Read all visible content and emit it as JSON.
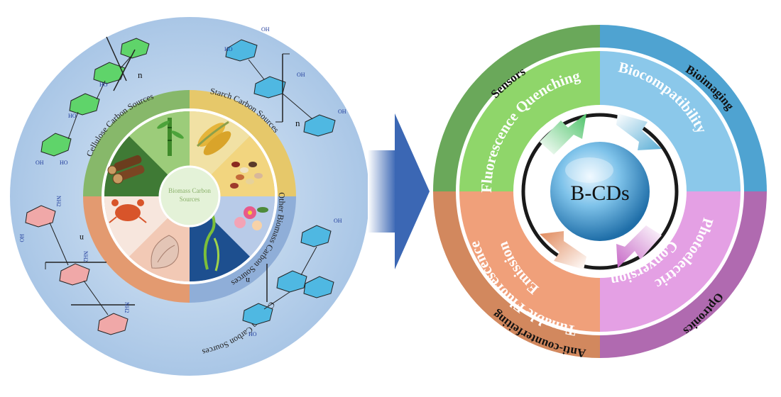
{
  "left_wheel": {
    "center_label_line1": "Biomass Carbon",
    "center_label_line2": "Sources",
    "sectors": {
      "cellulose": {
        "label": "Cellulose Carbon Sources",
        "color": "#87b86a"
      },
      "starch": {
        "label": "Starch Carbon Sources",
        "color": "#e6c86a"
      },
      "other": {
        "label": "Other Biomass Carbon Sources",
        "color": "#8faed8"
      },
      "chitosan": {
        "label": "Chitosan Carbon Sources",
        "color": "#e39a70"
      }
    },
    "glyphs": {
      "n_top": "n",
      "n_mid": "n",
      "n_left": "n",
      "n_bottom": "n",
      "oh": "OH",
      "ho": "HO",
      "nh2": "NH2"
    }
  },
  "arrow": {
    "color": "#3b67b4"
  },
  "right_wheel": {
    "center_label": "B-CDs",
    "outer_labels": {
      "top_left": "Sensors",
      "top_right": "Bioimaging",
      "bottom_right": "Optronics",
      "bottom_left": "Anti-counterfeiting"
    },
    "inner_labels": {
      "top_left": "Fluorescence Quenching",
      "top_right": "Biocompatibility",
      "bottom_right_line1": "Photoelectric",
      "bottom_right_line2": "Conversion",
      "bottom_left_line1": "Tunable Fluorescence",
      "bottom_left_line2": "Emission"
    },
    "colors": {
      "green": "#70ad47",
      "blue": "#5aaed6",
      "purple": "#b569b5",
      "orange": "#d98a5c"
    }
  }
}
